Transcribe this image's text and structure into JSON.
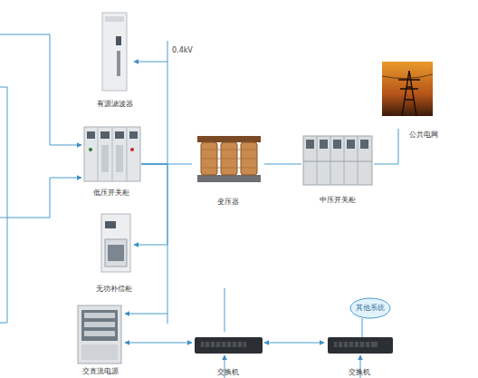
{
  "diagram": {
    "nodes": [
      {
        "text": [
          "有源滤波器"
        ]
      },
      {
        "text": [
          "低压开关柜"
        ]
      },
      {
        "text": [
          "无功补偿柜"
        ]
      },
      {
        "text": [
          "交直流电源"
        ]
      },
      {
        "text": [
          "变压器"
        ]
      },
      {
        "text": [
          "中压开关柜"
        ]
      },
      {
        "text": [
          "公共电网"
        ]
      },
      {
        "text": [
          "交换机"
        ]
      },
      {
        "text": [
          "交换机"
        ]
      },
      {
        "text": [
          "其他系统"
        ]
      }
    ],
    "edges": [
      {
        "from": 1,
        "to": 0,
        "arrow": "to"
      },
      {
        "from": 1,
        "to": 2,
        "arrow": "to"
      },
      {
        "from": 1,
        "to": 3,
        "arrow": "to"
      },
      {
        "from": 1,
        "to": 4,
        "arrow": "none"
      },
      {
        "from": 4,
        "to": 5,
        "arrow": "none"
      },
      {
        "from": 5,
        "to": 6,
        "arrow": "none"
      },
      {
        "from": 3,
        "to": 7,
        "arrow": "both"
      },
      {
        "from": 7,
        "to": 8,
        "arrow": "both"
      },
      {
        "from": 9,
        "to": 8,
        "arrow": "none"
      }
    ],
    "labels": [
      "0.4kV"
    ]
  }
}
